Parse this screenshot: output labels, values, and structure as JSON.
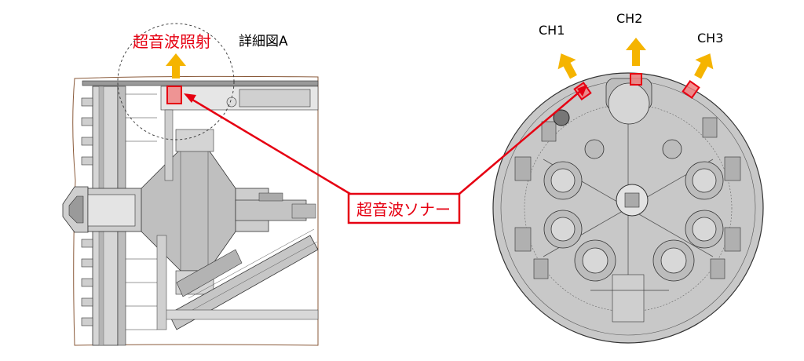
{
  "labels": {
    "ultrasonic_irradiation": "超音波照射",
    "detail_view": "詳細図A",
    "ultrasonic_sonar": "超音波ソナー",
    "ch1": "CH1",
    "ch2": "CH2",
    "ch3": "CH3"
  },
  "colors": {
    "annotation_red": "#e60012",
    "arrow_yellow": "#f5b400",
    "machine_gray": "#c8c8c8",
    "machine_dark": "#9a9a9a",
    "line": "#333333",
    "ground_line": "#8a5a3a"
  }
}
